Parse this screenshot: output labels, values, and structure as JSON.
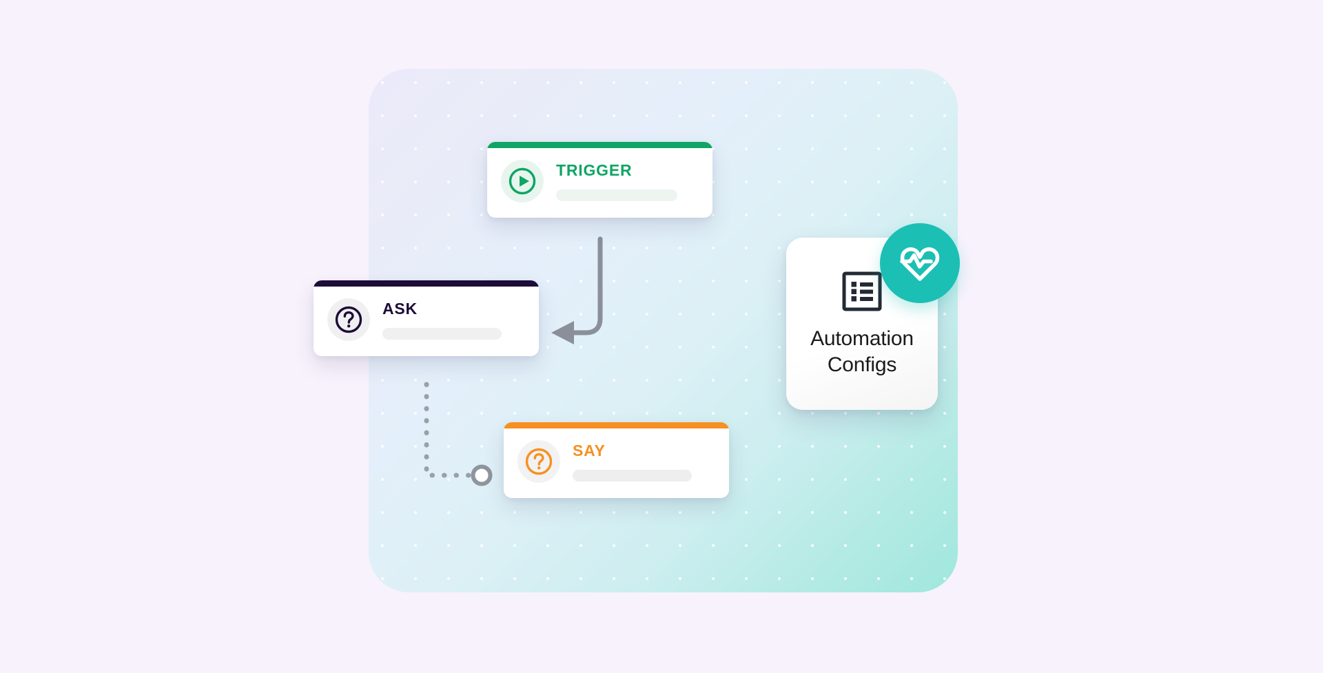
{
  "canvas": {
    "name": "automation-flow-canvas",
    "background_gradient_from": "#eceafa",
    "background_gradient_to": "#9fe7dd",
    "page_background": "#f8f2fc",
    "dot_grid_color": "#ffffff"
  },
  "nodes": [
    {
      "id": "trigger",
      "title": "TRIGGER",
      "icon": "play-circle-icon",
      "accent_color": "#0fa564",
      "icon_bg": "#e7f5ee",
      "placeholder_bar": ""
    },
    {
      "id": "ask",
      "title": "ASK",
      "icon": "question-circle-icon",
      "accent_color": "#1d0b38",
      "icon_bg": "#f0f0f0",
      "placeholder_bar": ""
    },
    {
      "id": "say",
      "title": "SAY",
      "icon": "question-circle-icon",
      "accent_color": "#f79021",
      "icon_bg": "#f2f2f2",
      "placeholder_bar": ""
    }
  ],
  "connectors": [
    {
      "id": "trigger-to-ask",
      "style": "solid-arrow",
      "color": "#8a8f99",
      "from": "trigger",
      "to": "ask"
    },
    {
      "id": "ask-to-say",
      "style": "dotted-endpoint",
      "color": "#9aa0a8",
      "from": "ask",
      "to": "say"
    }
  ],
  "automation_tile": {
    "label_line_1": "Automation",
    "label_line_2": "Configs",
    "icon": "list-box-icon",
    "icon_color": "#232a33",
    "badge": {
      "icon": "heart-pulse-icon",
      "background_color": "#1cbfb4",
      "icon_color": "#ffffff"
    }
  }
}
